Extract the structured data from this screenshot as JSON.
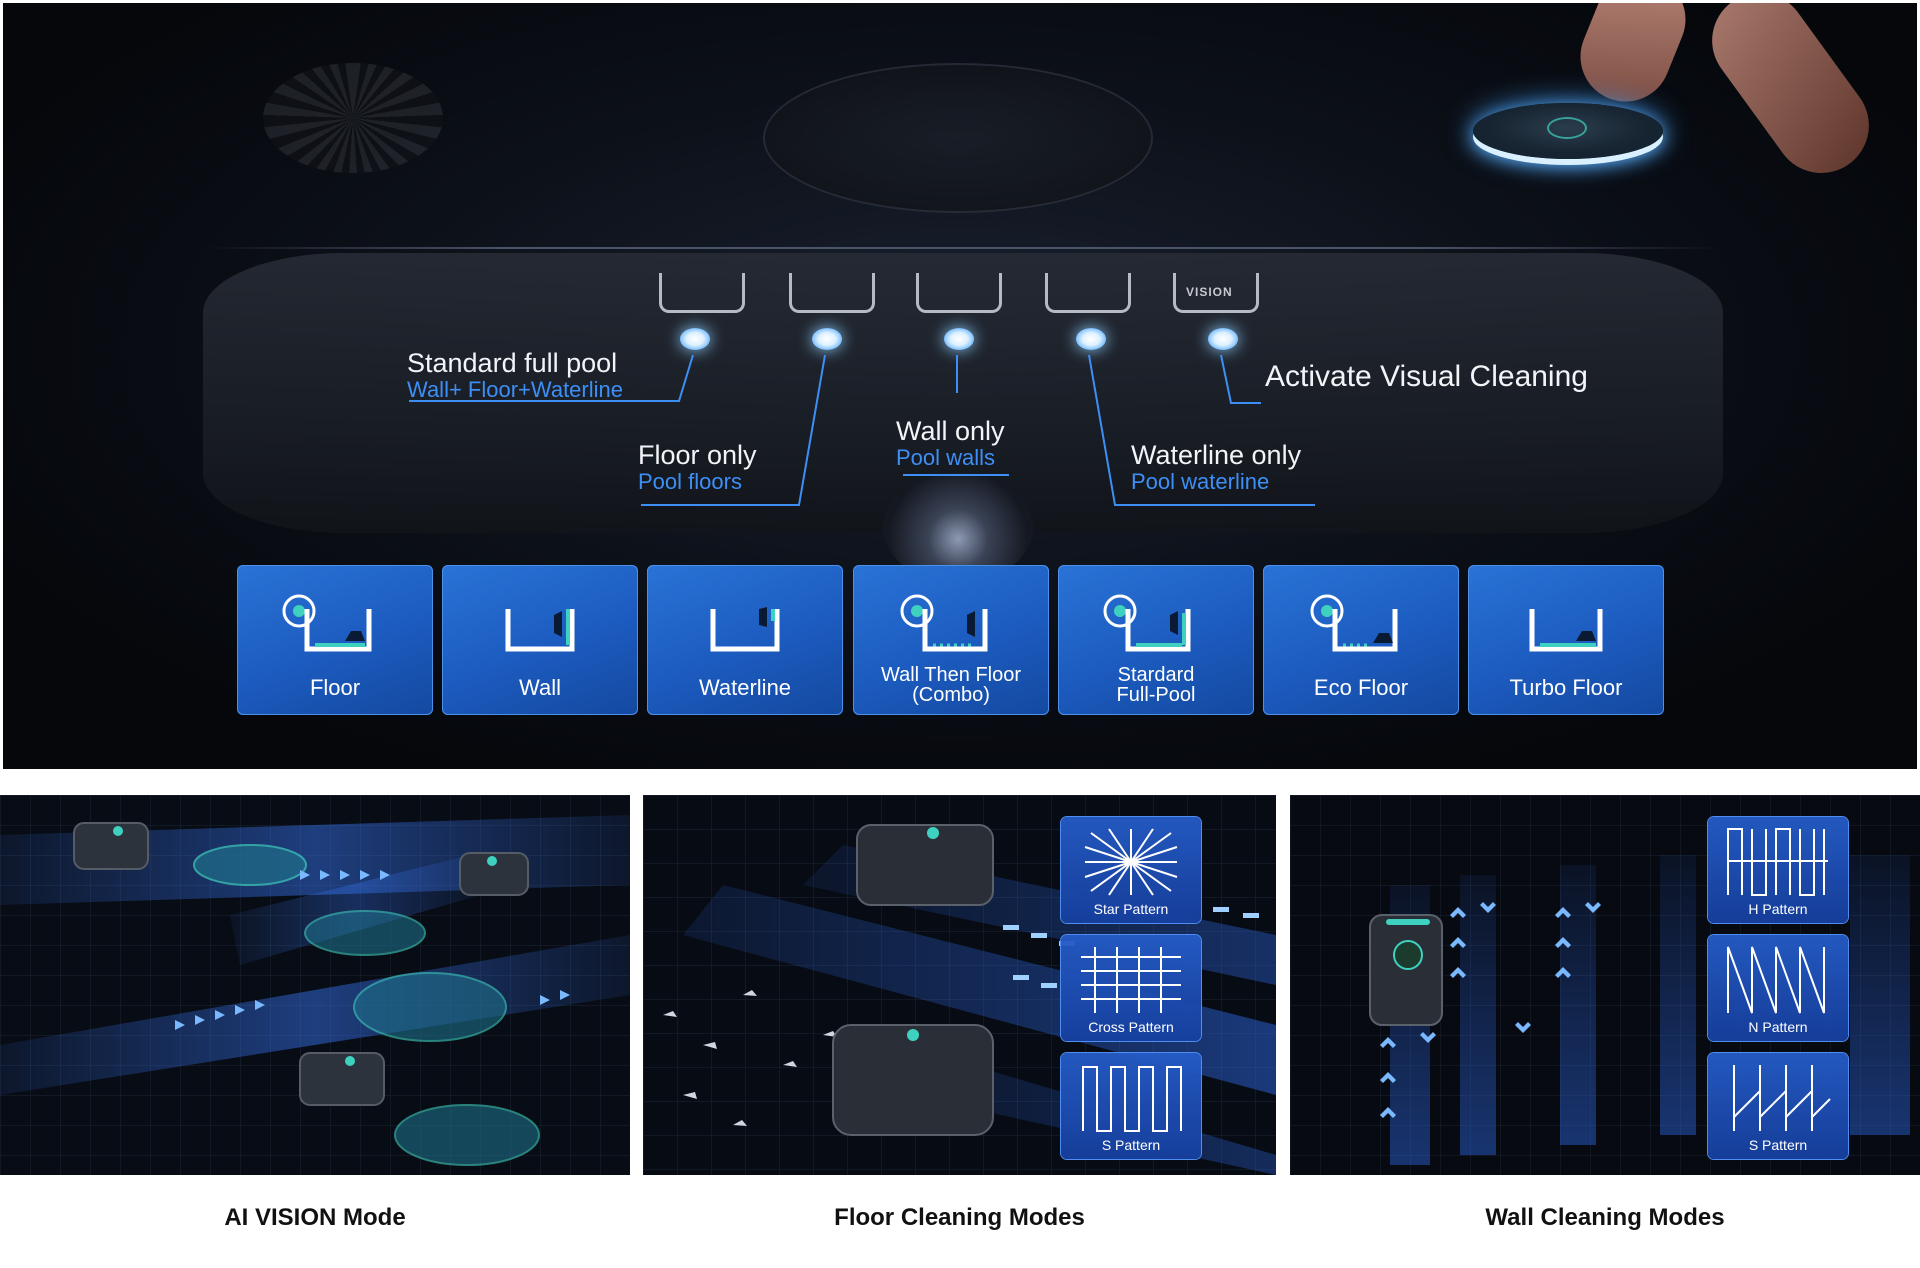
{
  "hero": {
    "mode_icons": [
      "",
      "",
      "",
      "",
      "VISION"
    ],
    "callouts": {
      "standard": {
        "title": "Standard full pool",
        "subtitle": "Wall+ Floor+Waterline"
      },
      "floor": {
        "title": "Floor only",
        "subtitle": "Pool floors"
      },
      "wall": {
        "title": "Wall only",
        "subtitle": "Pool walls"
      },
      "waterline": {
        "title": "Waterline only",
        "subtitle": "Pool waterline"
      },
      "vision": {
        "title": "Activate Visual Cleaning"
      }
    },
    "tiles": [
      {
        "label": "Floor",
        "icon": "floor-mode-icon",
        "vision": true
      },
      {
        "label": "Wall",
        "icon": "wall-mode-icon",
        "vision": false
      },
      {
        "label": "Waterline",
        "icon": "waterline-mode-icon",
        "vision": false
      },
      {
        "label_line1": "Wall Then Floor",
        "label_line2": "(Combo)",
        "icon": "combo-mode-icon",
        "vision": true
      },
      {
        "label_line1": "Stardard",
        "label_line2": "Full-Pool",
        "icon": "full-pool-mode-icon",
        "vision": true
      },
      {
        "label": "Eco Floor",
        "icon": "eco-floor-mode-icon",
        "vision": true
      },
      {
        "label": "Turbo Floor",
        "icon": "turbo-floor-mode-icon",
        "vision": false
      }
    ]
  },
  "cards": {
    "vision": {
      "caption": "AI VISION Mode"
    },
    "floor": {
      "caption": "Floor Cleaning Modes",
      "patterns": [
        "Star Pattern",
        "Cross Pattern",
        "S Pattern"
      ]
    },
    "wall": {
      "caption": "Wall Cleaning Modes",
      "patterns": [
        "H Pattern",
        "N Pattern",
        "S Pattern"
      ]
    }
  },
  "colors": {
    "accent_blue": "#2a73d6",
    "callout_blue": "#3d8ff5",
    "led_glow": "#8fd0ff",
    "vision_teal": "#3fd1c0"
  }
}
